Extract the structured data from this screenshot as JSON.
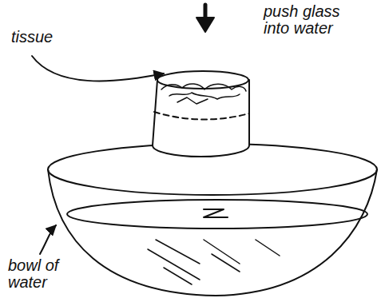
{
  "diagram": {
    "labels": [
      "tissue",
      "push glass into water",
      "bowl of water"
    ]
  }
}
